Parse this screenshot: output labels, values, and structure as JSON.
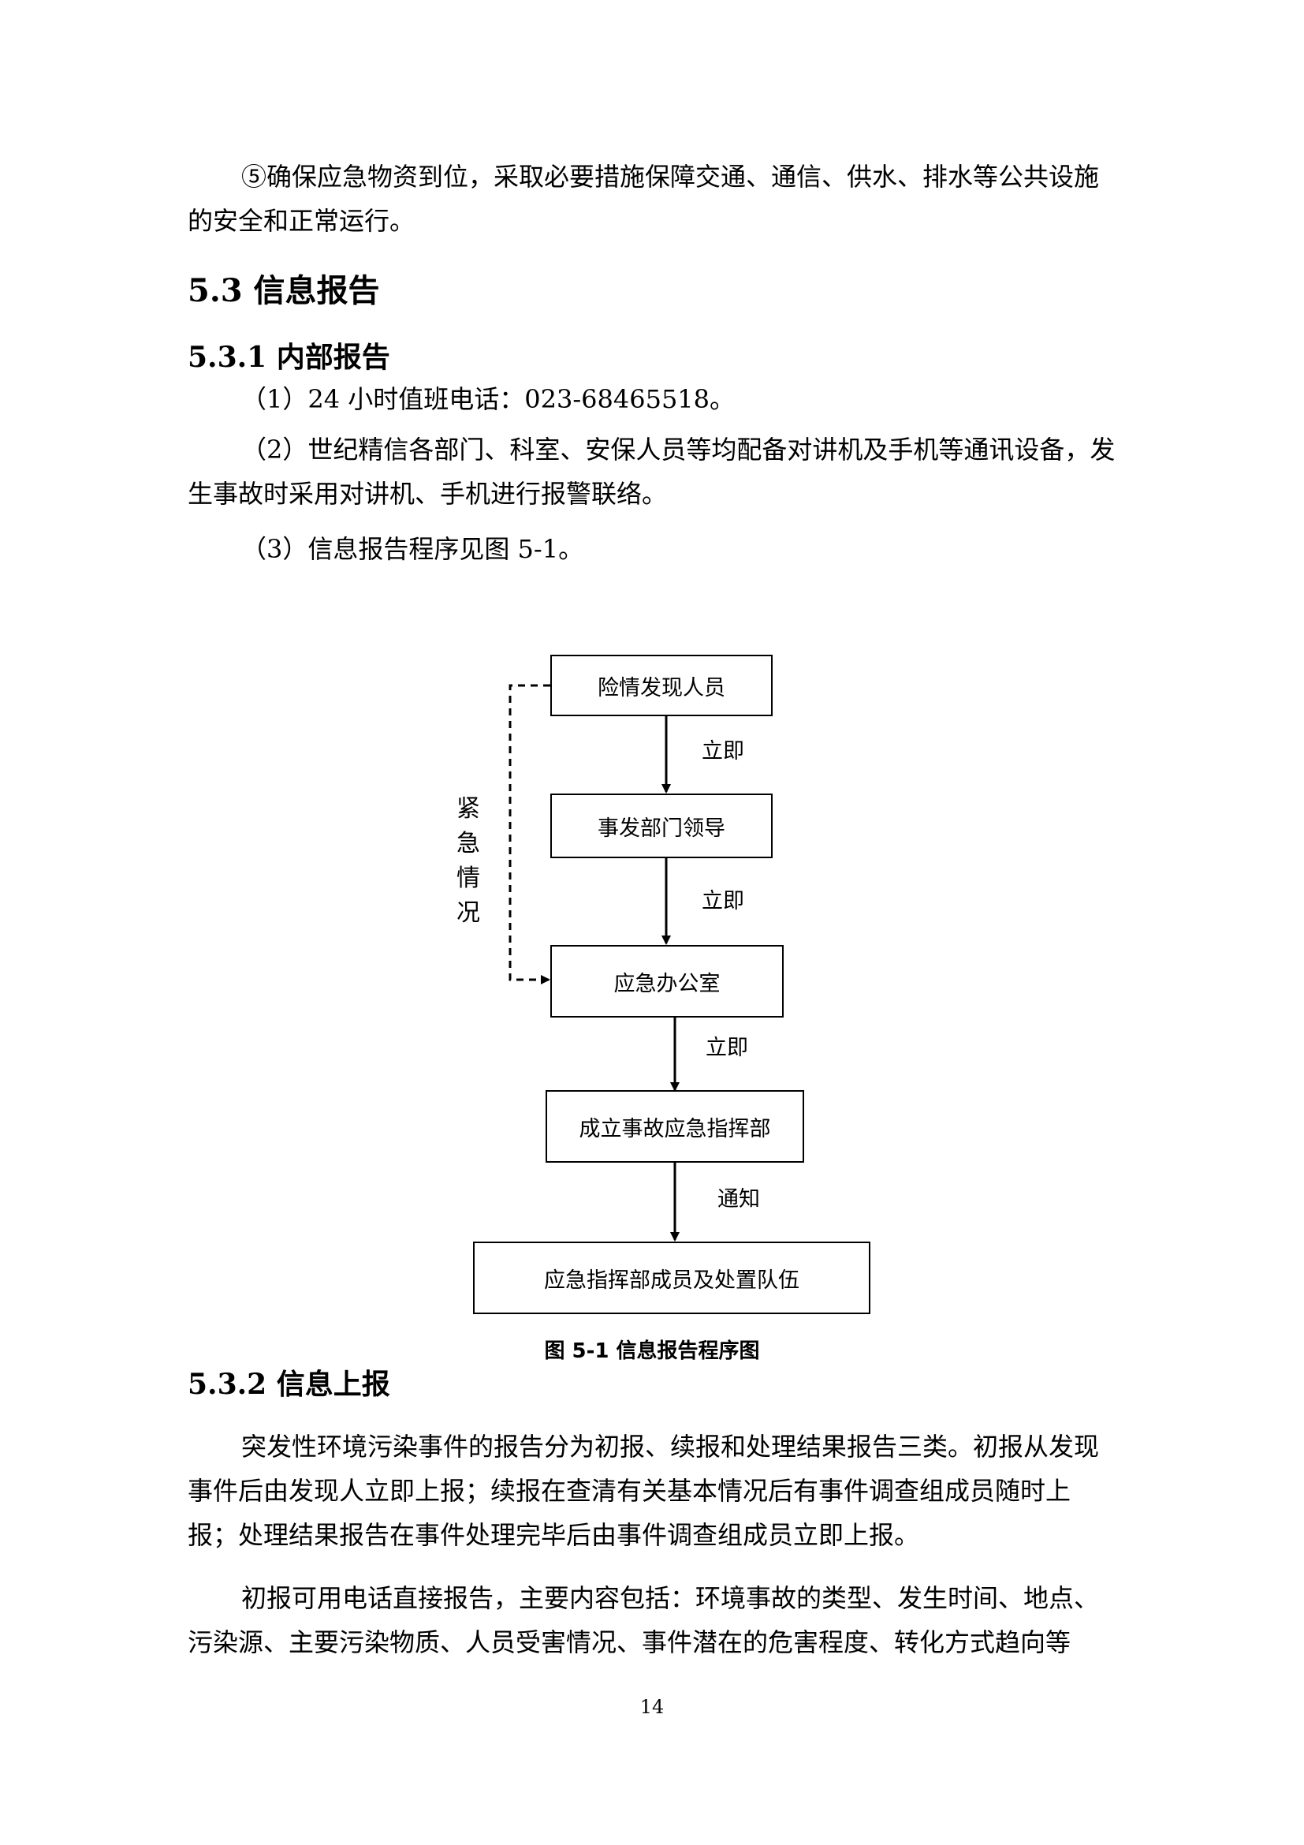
{
  "paragraphs": {
    "p_5": "⑤确保应急物资到位，采取必要措施保障交通、通信、供水、排水等公共设施的安全和正常运行。",
    "h_5_3": "5.3 信息报告",
    "h_5_3_1": "5.3.1 内部报告",
    "item_1": "（1）24 小时值班电话：023-68465518。",
    "item_2": "（2）世纪精信各部门、科室、安保人员等均配备对讲机及手机等通讯设备，发生事故时采用对讲机、手机进行报警联络。",
    "item_3": "（3）信息报告程序见图 5-1。",
    "h_5_3_2": "5.3.2 信息上报",
    "para_a": "突发性环境污染事件的报告分为初报、续报和处理结果报告三类。初报从发现事件后由发现人立即上报；续报在查清有关基本情况后有事件调查组成员随时上报；处理结果报告在事件处理完毕后由事件调查组成员立即上报。",
    "para_b": "初报可用电话直接报告，主要内容包括：环境事故的类型、发生时间、地点、污染源、主要污染物质、人员受害情况、事件潜在的危害程度、转化方式趋向等"
  },
  "flowchart": {
    "boxes": {
      "discoverer": "险情发现人员",
      "dept_leader": "事发部门领导",
      "emergency_office": "应急办公室",
      "command_center": "成立事故应急指挥部",
      "members": "应急指挥部成员及处置队伍"
    },
    "edge_labels": {
      "e1": "立即",
      "e2": "立即",
      "e3": "立即",
      "e4": "通知"
    },
    "side_label": [
      "紧",
      "急",
      "情",
      "况"
    ],
    "caption": "图 5-1 信息报告程序图"
  },
  "page_number": "14"
}
